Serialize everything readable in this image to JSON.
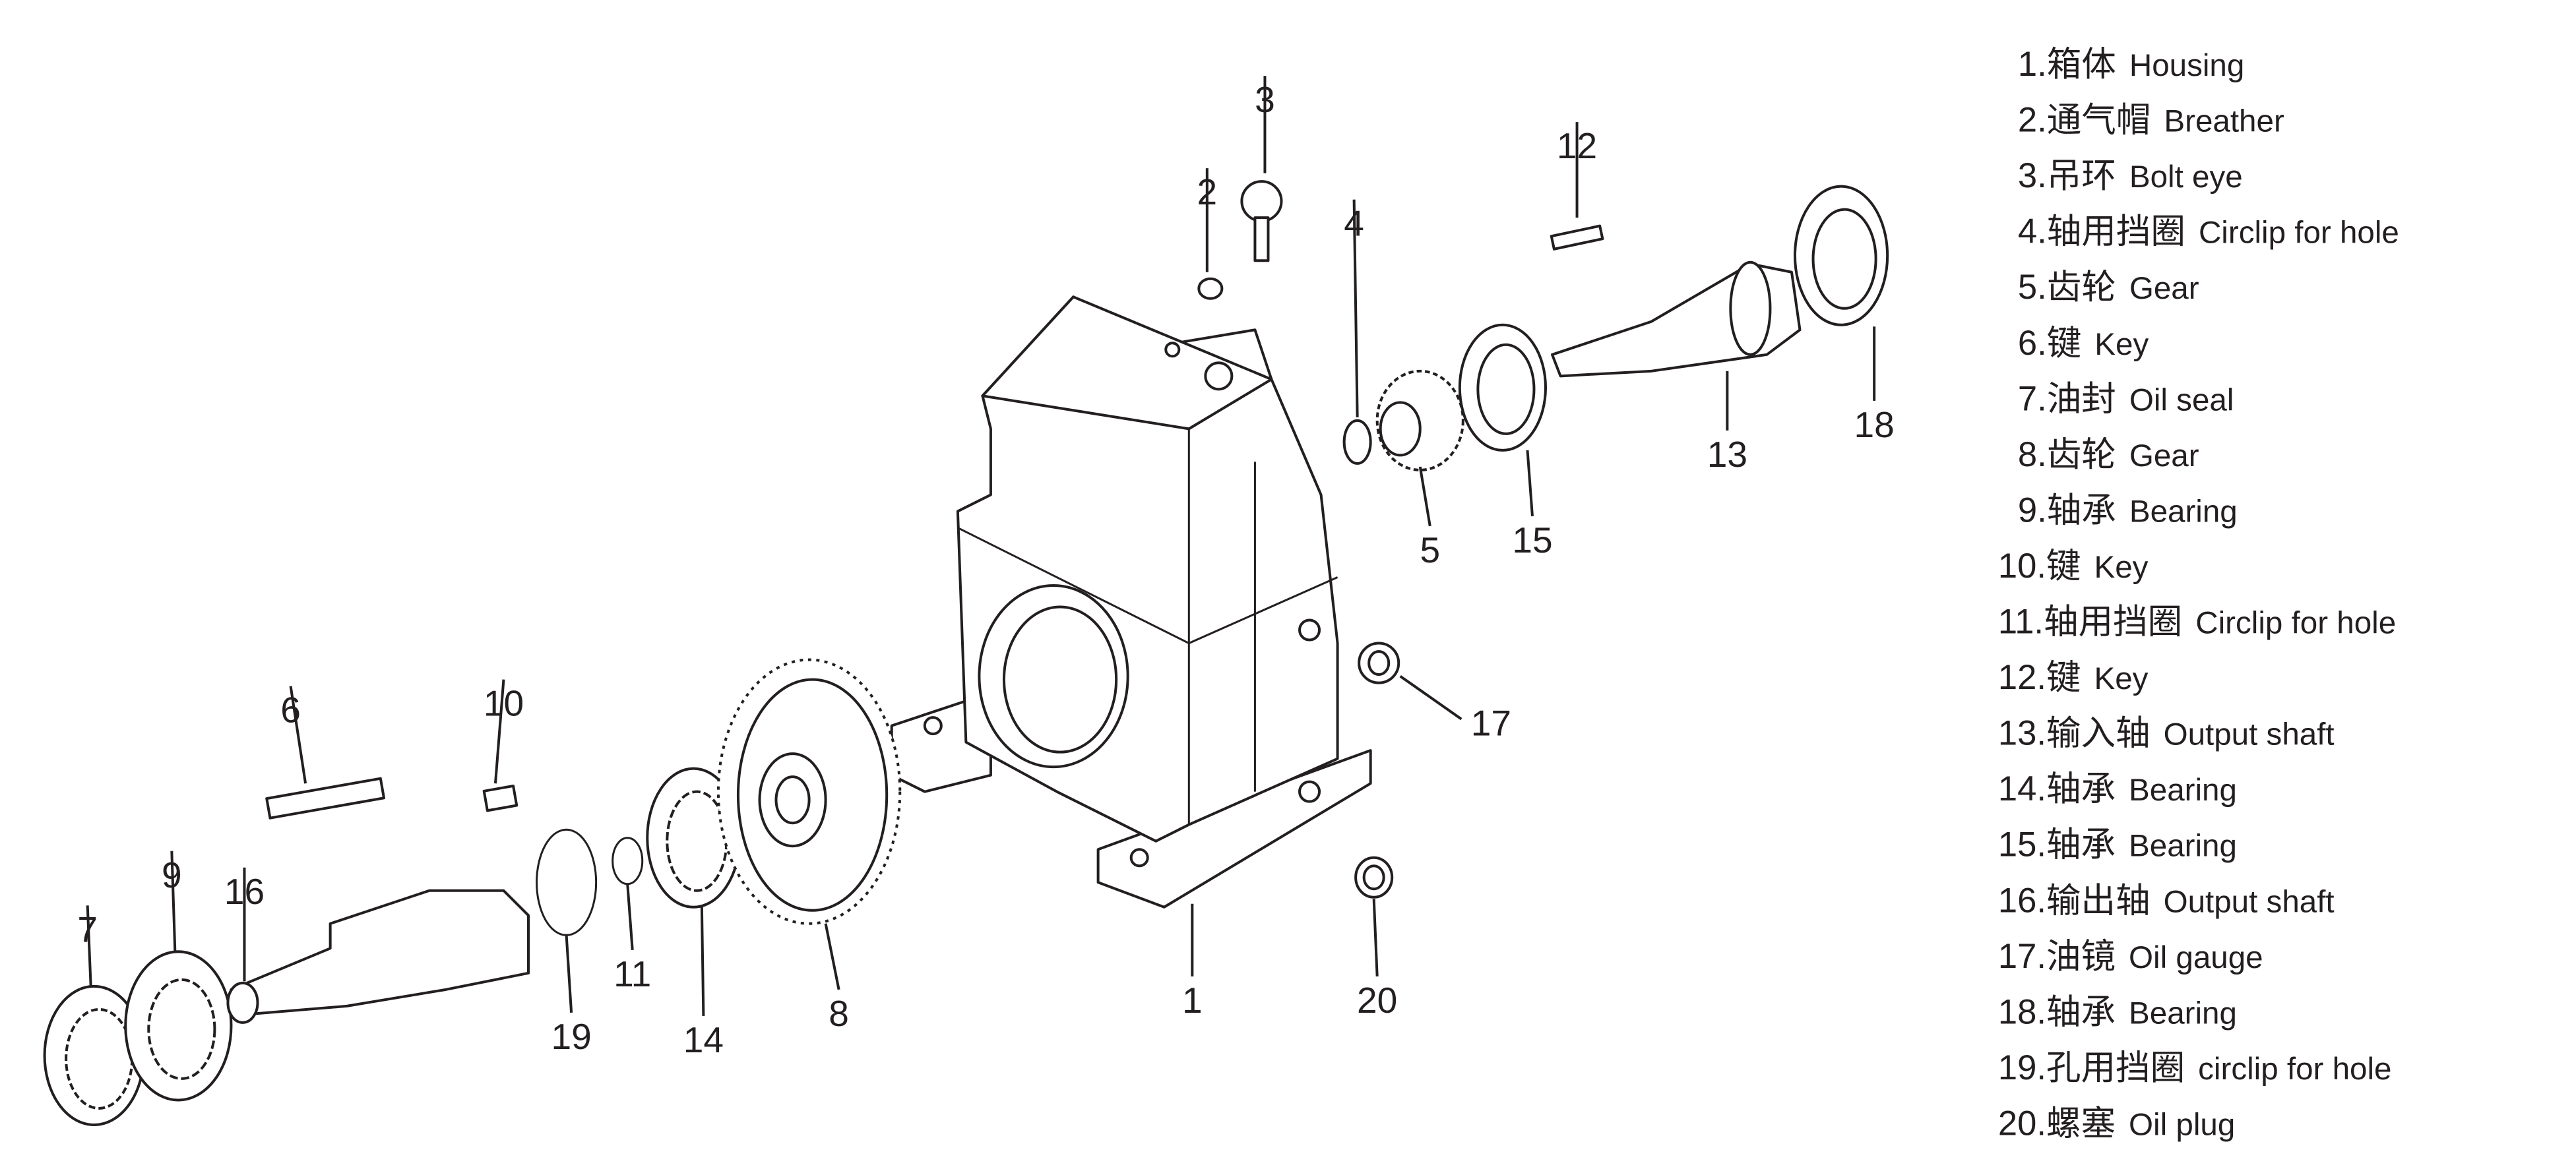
{
  "callouts": [
    "1",
    "2",
    "3",
    "4",
    "5",
    "6",
    "7",
    "8",
    "9",
    "10",
    "11",
    "12",
    "13",
    "14",
    "15",
    "16",
    "17",
    "18",
    "19",
    "20"
  ],
  "legend": [
    {
      "num_cn": "1.箱体",
      "en": "Housing"
    },
    {
      "num_cn": "2.通气帽",
      "en": "Breather"
    },
    {
      "num_cn": "3.吊环",
      "en": "Bolt eye"
    },
    {
      "num_cn": "4.轴用挡圈",
      "en": "Circlip for hole"
    },
    {
      "num_cn": "5.齿轮",
      "en": "Gear"
    },
    {
      "num_cn": "6.键",
      "en": "Key"
    },
    {
      "num_cn": "7.油封",
      "en": "Oil seal"
    },
    {
      "num_cn": "8.齿轮",
      "en": "Gear"
    },
    {
      "num_cn": "9.轴承",
      "en": "Bearing"
    },
    {
      "num_cn": "10.键",
      "en": "Key"
    },
    {
      "num_cn": "11.轴用挡圈",
      "en": "Circlip for hole"
    },
    {
      "num_cn": "12.键",
      "en": "Key"
    },
    {
      "num_cn": "13.输入轴",
      "en": "Output shaft"
    },
    {
      "num_cn": "14.轴承",
      "en": "Bearing"
    },
    {
      "num_cn": "15.轴承",
      "en": "Bearing"
    },
    {
      "num_cn": "16.输出轴",
      "en": "Output shaft"
    },
    {
      "num_cn": "17.油镜",
      "en": "Oil gauge"
    },
    {
      "num_cn": "18.轴承",
      "en": "Bearing"
    },
    {
      "num_cn": "19.孔用挡圈",
      "en": "circlip for hole"
    },
    {
      "num_cn": "20.螺塞",
      "en": "Oil plug"
    }
  ]
}
